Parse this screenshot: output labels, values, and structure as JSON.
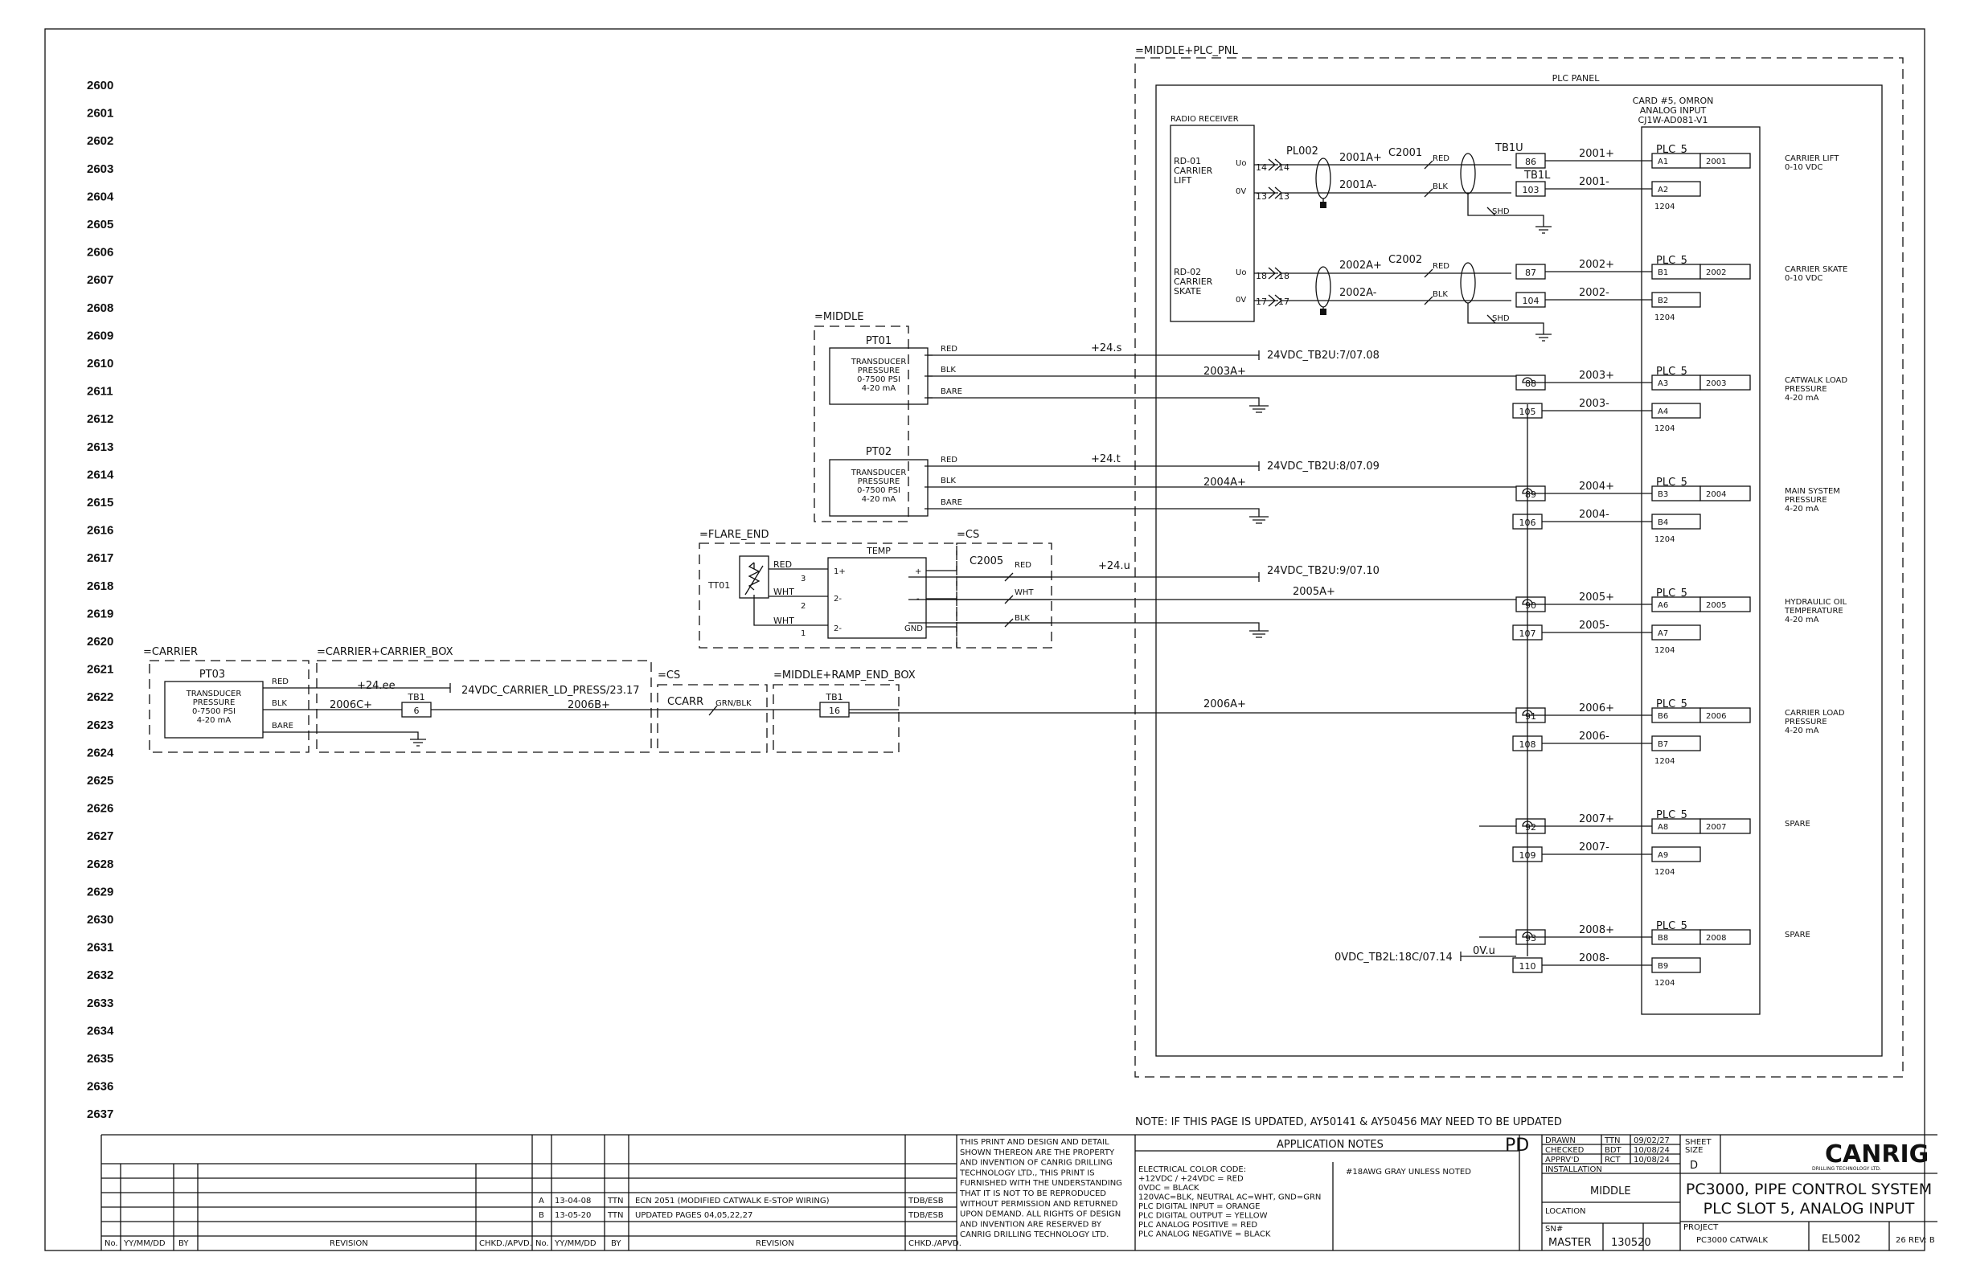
{
  "row_numbers": [
    "2600",
    "2601",
    "2602",
    "2603",
    "2604",
    "2605",
    "2606",
    "2607",
    "2608",
    "2609",
    "2610",
    "2611",
    "2612",
    "2613",
    "2614",
    "2615",
    "2616",
    "2617",
    "2618",
    "2619",
    "2620",
    "2621",
    "2622",
    "2623",
    "2624",
    "2625",
    "2626",
    "2627",
    "2628",
    "2629",
    "2630",
    "2631",
    "2632",
    "2633",
    "2634",
    "2635",
    "2636",
    "2637"
  ],
  "panel": {
    "location": "=MIDDLE+PLC_PNL",
    "title": "PLC PANEL",
    "card_lines": [
      "CARD #5, OMRON",
      "ANALOG INPUT",
      "CJ1W-AD081-V1"
    ],
    "radio": {
      "title": "RADIO RECEIVER",
      "rd01": [
        "RD-01",
        "CARRIER",
        "LIFT"
      ],
      "rd02": [
        "RD-02",
        "CARRIER",
        "SKATE"
      ],
      "uo": "Uo",
      "ov": "0V"
    },
    "plugs": {
      "pl002": "PL002",
      "c2001": "C2001",
      "c2002": "C2002",
      "tb1u": "TB1U",
      "tb1l": "TB1L",
      "shd": "SHD",
      "red": "RED",
      "blk": "BLK",
      "t14": "14",
      "t13": "13",
      "t18": "18",
      "t17": "17"
    }
  },
  "plc_rows": [
    {
      "wire_pos": "2001+",
      "wire_neg": "2001-",
      "tb_pos": "86",
      "tb_neg": "103",
      "head": "PLC_5",
      "a": "A1",
      "b": "A2",
      "addr": "2001",
      "code": "1204",
      "desc": [
        "CARRIER LIFT",
        "0-10 VDC"
      ]
    },
    {
      "wire_pos": "2002+",
      "wire_neg": "2002-",
      "tb_pos": "87",
      "tb_neg": "104",
      "head": "PLC_5",
      "a": "B1",
      "b": "B2",
      "addr": "2002",
      "code": "1204",
      "desc": [
        "CARRIER SKATE",
        "0-10 VDC"
      ]
    },
    {
      "wire_pos": "2003+",
      "wire_neg": "2003-",
      "tb_pos": "88",
      "tb_neg": "105",
      "head": "PLC_5",
      "a": "A3",
      "b": "A4",
      "addr": "2003",
      "code": "1204",
      "desc": [
        "CATWALK LOAD",
        "PRESSURE",
        "4-20 mA"
      ]
    },
    {
      "wire_pos": "2004+",
      "wire_neg": "2004-",
      "tb_pos": "89",
      "tb_neg": "106",
      "head": "PLC_5",
      "a": "B3",
      "b": "B4",
      "addr": "2004",
      "code": "1204",
      "desc": [
        "MAIN SYSTEM",
        "PRESSURE",
        "4-20 mA"
      ]
    },
    {
      "wire_pos": "2005+",
      "wire_neg": "2005-",
      "tb_pos": "90",
      "tb_neg": "107",
      "head": "PLC_5",
      "a": "A6",
      "b": "A7",
      "addr": "2005",
      "code": "1204",
      "desc": [
        "HYDRAULIC OIL",
        "TEMPERATURE",
        "4-20 mA"
      ]
    },
    {
      "wire_pos": "2006+",
      "wire_neg": "2006-",
      "tb_pos": "91",
      "tb_neg": "108",
      "head": "PLC_5",
      "a": "B6",
      "b": "B7",
      "addr": "2006",
      "code": "1204",
      "desc": [
        "CARRIER LOAD",
        "PRESSURE",
        "4-20 mA"
      ]
    },
    {
      "wire_pos": "2007+",
      "wire_neg": "2007-",
      "tb_pos": "92",
      "tb_neg": "109",
      "head": "PLC_5",
      "a": "A8",
      "b": "A9",
      "addr": "2007",
      "code": "1204",
      "desc": [
        "SPARE"
      ]
    },
    {
      "wire_pos": "2008+",
      "wire_neg": "2008-",
      "tb_pos": "93",
      "tb_neg": "110",
      "head": "PLC_5",
      "a": "B8",
      "b": "B9",
      "addr": "2008",
      "code": "1204",
      "desc": [
        "SPARE"
      ]
    }
  ],
  "wires": {
    "w2001ap": "2001A+",
    "w2001am": "2001A-",
    "w2002ap": "2002A+",
    "w2002am": "2002A-",
    "w2003ap": "2003A+",
    "w2004ap": "2004A+",
    "w2005ap": "2005A+",
    "w2006ap": "2006A+",
    "p24s": "+24.s",
    "p24t": "+24.t",
    "p24u": "+24.u",
    "p24ee": "+24.ee",
    "ref1": "24VDC_TB2U:7/07.08",
    "ref2": "24VDC_TB2U:8/07.09",
    "ref3": "24VDC_TB2U:9/07.10",
    "ref4": "24VDC_CARRIER_LD_PRESS/23.17",
    "ovdc": "0VDC_TB2L:18C/07.14",
    "ovu": "0V.u",
    "w2006cp": "2006C+",
    "w2006bp": "2006B+"
  },
  "middle": {
    "loc": "=MIDDLE",
    "pt01": "PT01",
    "pt02": "PT02",
    "t_lines": [
      "TRANSDUCER",
      "PRESSURE",
      "0-7500 PSI",
      "4-20 mA"
    ],
    "red": "RED",
    "blk": "BLK",
    "bare": "BARE"
  },
  "flare": {
    "loc": "=FLARE_END",
    "tt01": "TT01",
    "temp": "TEMP",
    "red": "RED",
    "wht": "WHT",
    "n3": "3",
    "n2": "2",
    "n1": "1",
    "p1": "1+",
    "m2": "2-",
    "m2b": "2-",
    "plus": "+",
    "minus": "-",
    "gnd": "GND"
  },
  "cs": {
    "loc": "=CS",
    "c2005": "C2005",
    "red": "RED",
    "wht": "WHT",
    "blk": "BLK"
  },
  "carrier": {
    "loc": "=CARRIER",
    "pt03": "PT03",
    "t_lines": [
      "TRANSDUCER",
      "PRESSURE",
      "0-7500 PSI",
      "4-20 mA"
    ],
    "red": "RED",
    "blk": "BLK",
    "bare": "BARE"
  },
  "carrier_box": {
    "loc": "=CARRIER+CARRIER_BOX",
    "tb": "TB1",
    "n": "6"
  },
  "cs2": {
    "loc": "=CS",
    "ccarr": "CCARR",
    "grnblk": "GRN/BLK"
  },
  "ramp": {
    "loc": "=MIDDLE+RAMP_END_BOX",
    "tb": "TB1",
    "n": "16"
  },
  "note": "NOTE: IF THIS PAGE IS UPDATED, AY50141 & AY50456 MAY NEED TO BE UPDATED",
  "revisions": [
    {
      "sym": "A",
      "date": "13-04-08",
      "by": "TTN",
      "desc": "ECN 2051 (MODIFIED CATWALK E-STOP WIRING)",
      "chk": "TDB/ESB"
    },
    {
      "sym": "B",
      "date": "13-05-20",
      "by": "TTN",
      "desc": "UPDATED PAGES 04,05,22,27",
      "chk": "TDB/ESB"
    }
  ],
  "rev_headers": {
    "no": "No.",
    "date": "YY/MM/DD",
    "by": "BY",
    "rev": "REVISION",
    "chk": "CHKD./APVD."
  },
  "legal": [
    "THIS PRINT AND DESIGN AND DETAIL",
    "SHOWN THEREON ARE THE PROPERTY",
    "AND INVENTION OF CANRIG DRILLING",
    "TECHNOLOGY LTD., THIS PRINT IS",
    "FURNISHED WITH THE UNDERSTANDING",
    "THAT IT IS NOT TO BE REPRODUCED",
    "WITHOUT PERMISSION AND RETURNED",
    "UPON DEMAND. ALL RIGHTS OF DESIGN",
    "AND INVENTION ARE RESERVED BY",
    "CANRIG DRILLING TECHNOLOGY LTD."
  ],
  "app_notes": {
    "title": "APPLICATION NOTES",
    "pd": "PD",
    "gray": "#18AWG GRAY UNLESS NOTED",
    "lines": [
      "ELECTRICAL COLOR CODE:",
      "+12VDC / +24VDC = RED",
      "0VDC = BLACK",
      "120VAC=BLK, NEUTRAL AC=WHT, GND=GRN",
      "PLC DIGITAL INPUT = ORANGE",
      "PLC DIGITAL OUTPUT = YELLOW",
      "PLC ANALOG POSITIVE = RED",
      "PLC ANALOG NEGATIVE = BLACK"
    ]
  },
  "title_block": {
    "drawn": "DRAWN",
    "drawn_by": "TTN",
    "drawn_date": "09/02/27",
    "checked": "CHECKED",
    "checked_by": "BDT",
    "checked_date": "10/08/24",
    "apprvd": "APPRV'D",
    "apprvd_by": "RCT",
    "apprvd_date": "10/08/24",
    "sheet": "SHEET",
    "size": "SIZE",
    "size_val": "D",
    "installation": "INSTALLATION",
    "installation_val": "MIDDLE",
    "location": "LOCATION",
    "sn": "SN#",
    "sn_val": "MASTER",
    "sn_num": "130520",
    "project": "PROJECT",
    "project_val": "PC3000 CATWALK",
    "title1": "PC3000, PIPE CONTROL SYSTEM",
    "title2": "PLC SLOT 5, ANALOG INPUT",
    "dwg": "EL5002",
    "page": "26",
    "rev": "REV: B",
    "logo": "CANRIG",
    "logo_sub": "DRILLING TECHNOLOGY LTD."
  }
}
